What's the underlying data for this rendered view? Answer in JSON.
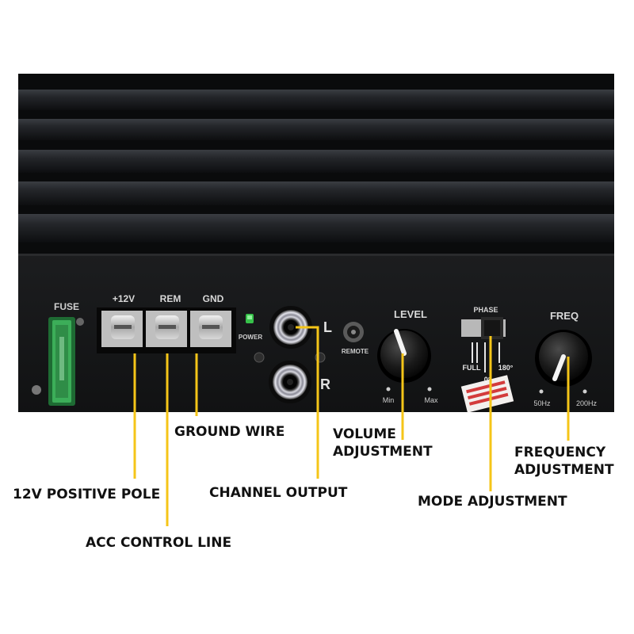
{
  "panel": {
    "fuse_label": "FUSE",
    "terminal_labels": [
      "+12V",
      "REM",
      "GND"
    ],
    "power_label": "POWER",
    "remote_label": "REMOTE",
    "channel_left": "L",
    "channel_right": "R",
    "level_label": "LEVEL",
    "level_min": "Min",
    "level_max": "Max",
    "phase_label": "PHASE",
    "phase_full": "FULL",
    "phase_180": "180°",
    "phase_0": "0°",
    "freq_label": "FREQ",
    "freq_low": "50Hz",
    "freq_high": "200Hz"
  },
  "callouts": {
    "ground_wire": "GROUND WIRE",
    "volume": [
      "VOLUME",
      "ADJUSTMENT"
    ],
    "frequency": [
      "FREQUENCY",
      "ADJUSTMENT"
    ],
    "positive_pole": "12V POSITIVE POLE",
    "channel_output": "CHANNEL OUTPUT",
    "mode": "MODE ADJUSTMENT",
    "acc": "ACC CONTROL LINE"
  },
  "colors": {
    "leader_line": "#f5c518",
    "power_led": "#37c24a",
    "fuse_body": "#2f9a48"
  }
}
